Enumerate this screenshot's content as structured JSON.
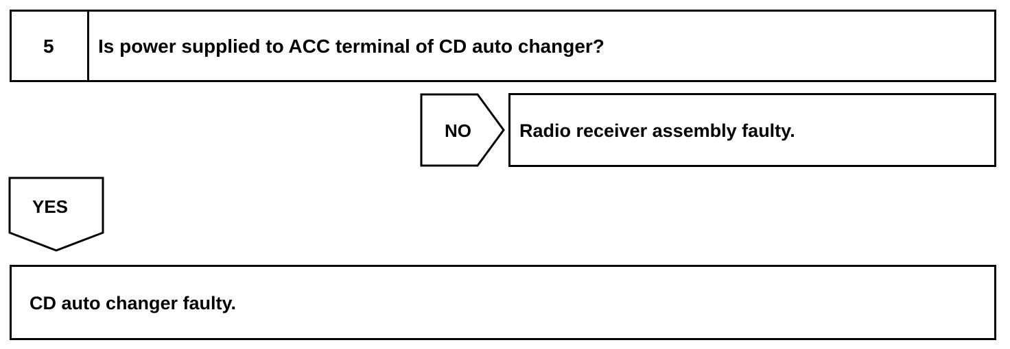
{
  "step": {
    "number": "5",
    "question": "Is power supplied to ACC terminal of CD auto changer?"
  },
  "no_branch": {
    "label": "NO",
    "result": "Radio receiver assembly faulty."
  },
  "yes_branch": {
    "label": "YES",
    "result": "CD auto changer faulty."
  }
}
